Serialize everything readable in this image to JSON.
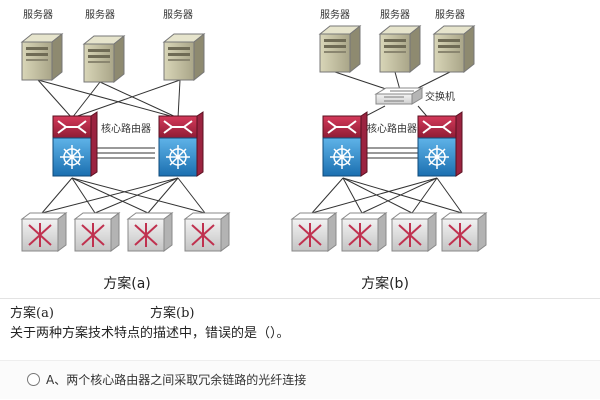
{
  "diagram_a": {
    "server_labels": [
      "服务器",
      "服务器",
      "服务器"
    ],
    "router_label": "核心路由器",
    "caption": "方案(a)"
  },
  "diagram_b": {
    "server_labels": [
      "服务器",
      "服务器",
      "服务器"
    ],
    "switch_label": "交换机",
    "router_label": "核心路由器",
    "caption": "方案(b)"
  },
  "question": {
    "sublabel_a": "方案(a)",
    "sublabel_b": "方案(b)",
    "text": "关于两种方案技术特点的描述中，错误的是（）。"
  },
  "options": [
    {
      "text": "A、两个核心路由器之间采取冗余链路的光纤连接"
    }
  ]
}
